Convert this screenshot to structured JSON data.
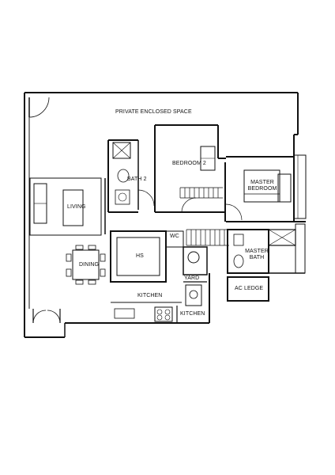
{
  "colors": {
    "wall": "#111111",
    "paper": "#ffffff",
    "hatch": "#222222"
  },
  "rooms": {
    "private_enclosed_space": "PRIVATE ENCLOSED SPACE",
    "bedroom_2": "BEDROOM 2",
    "bath_2": "BATH 2",
    "master_bedroom": "MASTER\nBEDROOM",
    "living": "LIVING",
    "dining": "DINING",
    "hs": "HS",
    "wc": "WC",
    "yard": "YARD",
    "master_bath": "MASTER\nBATH",
    "ac_ledge": "AC LEDGE",
    "kitchen_main": "KITCHEN",
    "kitchen_side": "KITCHEN"
  }
}
